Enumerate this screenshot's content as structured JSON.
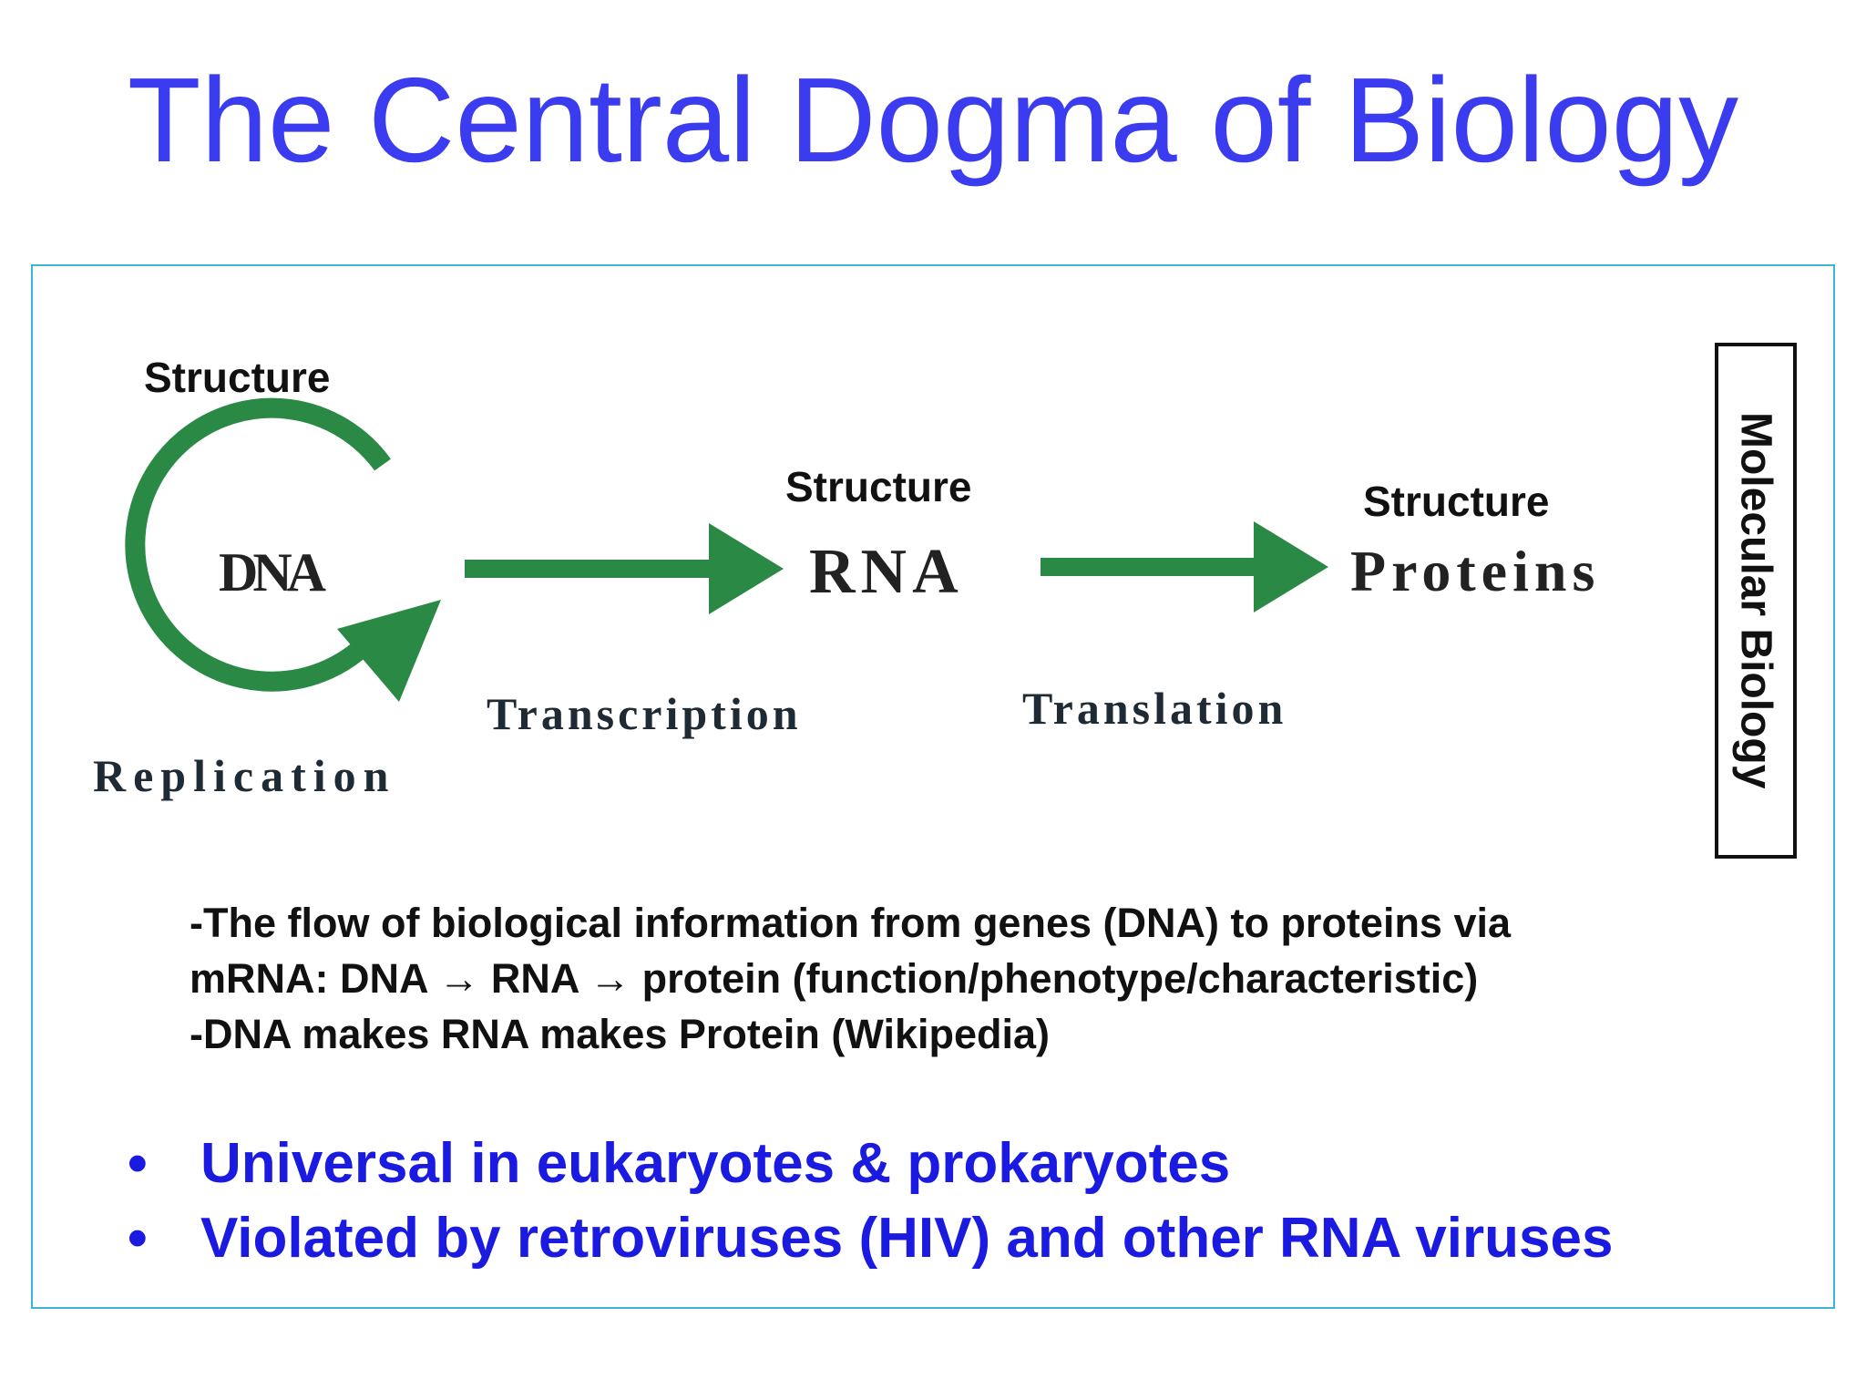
{
  "slide": {
    "title": "The Central Dogma of Biology"
  },
  "diagram": {
    "nodes": [
      {
        "id": "dna",
        "name": "DNA",
        "structure_label": "Structure"
      },
      {
        "id": "rna",
        "name": "RNA",
        "structure_label": "Structure"
      },
      {
        "id": "proteins",
        "name": "Proteins",
        "structure_label": "Structure"
      }
    ],
    "processes": [
      {
        "id": "replication",
        "label": "Replication"
      },
      {
        "id": "transcription",
        "label": "Transcription"
      },
      {
        "id": "translation",
        "label": "Translation"
      }
    ],
    "arrow_color": "#2a8a45",
    "side_label": "Molecular Biology"
  },
  "description": {
    "lines": [
      "-The flow of biological information from genes (DNA) to proteins via",
      "mRNA: DNA → RNA → protein (function/phenotype/characteristic)",
      "-DNA makes RNA makes Protein (Wikipedia)"
    ]
  },
  "bullets": {
    "marker": "•",
    "items": [
      "Universal in eukaryotes & prokaryotes",
      "Violated by retroviruses (HIV) and other RNA viruses"
    ],
    "color": "#1a1ae0"
  },
  "colors": {
    "title": "#3b3bf0",
    "frame_border": "#38b8d4"
  }
}
